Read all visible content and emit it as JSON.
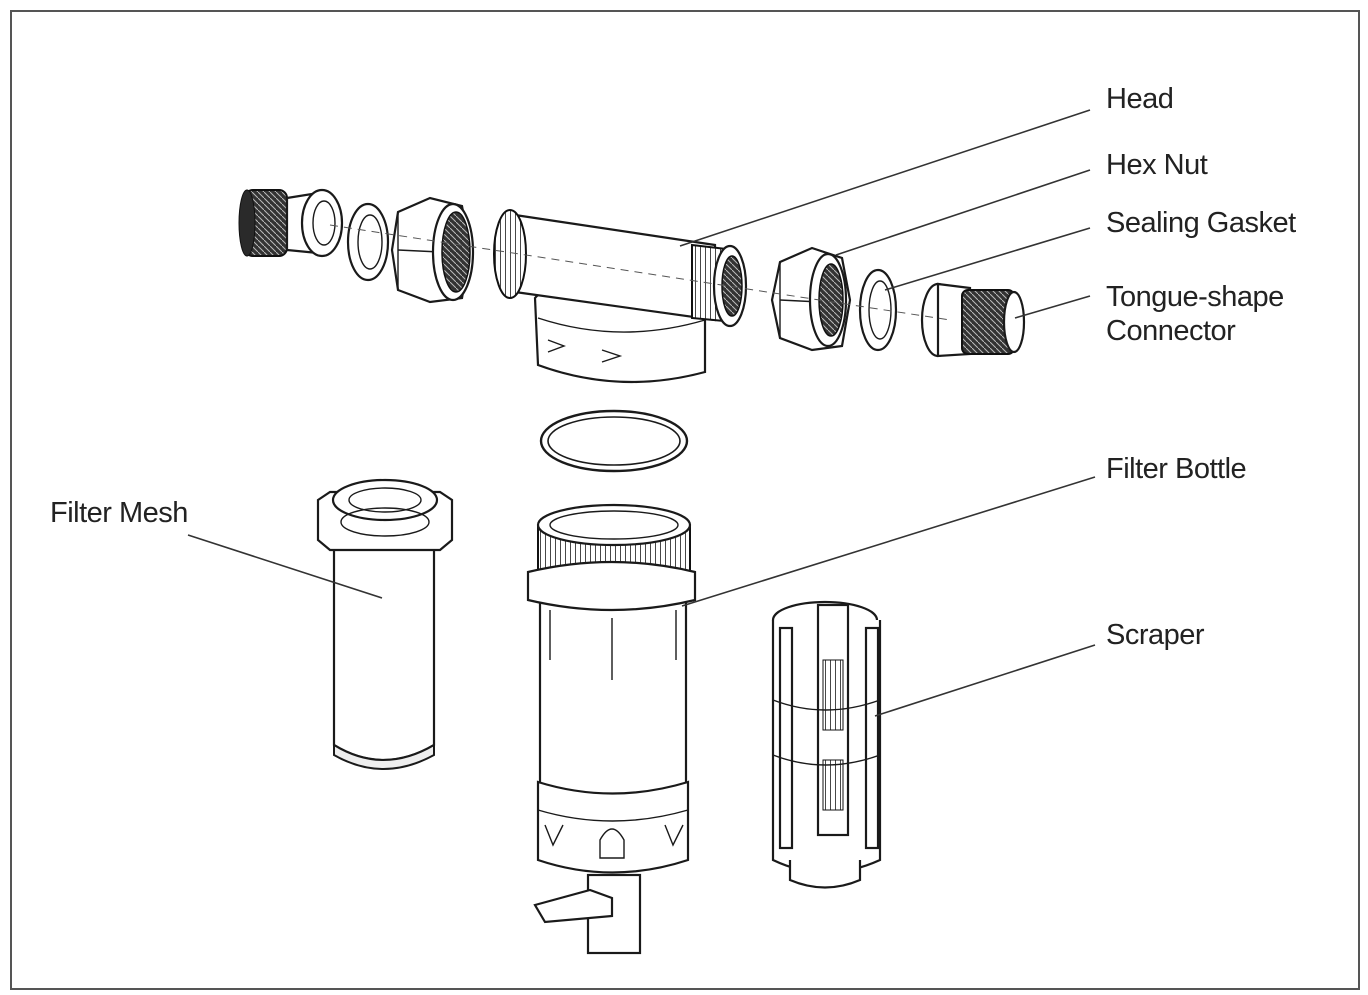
{
  "diagram": {
    "labels": {
      "head": "Head",
      "hex_nut": "Hex Nut",
      "sealing_gasket": "Sealing Gasket",
      "tongue_connector_line1": "Tongue-shape",
      "tongue_connector_line2": "Connector",
      "filter_bottle": "Filter Bottle",
      "filter_mesh": "Filter Mesh",
      "scraper": "Scraper"
    },
    "colors": {
      "line": "#1a1a1a",
      "text": "#222222",
      "background": "#ffffff",
      "border": "#555555"
    }
  }
}
